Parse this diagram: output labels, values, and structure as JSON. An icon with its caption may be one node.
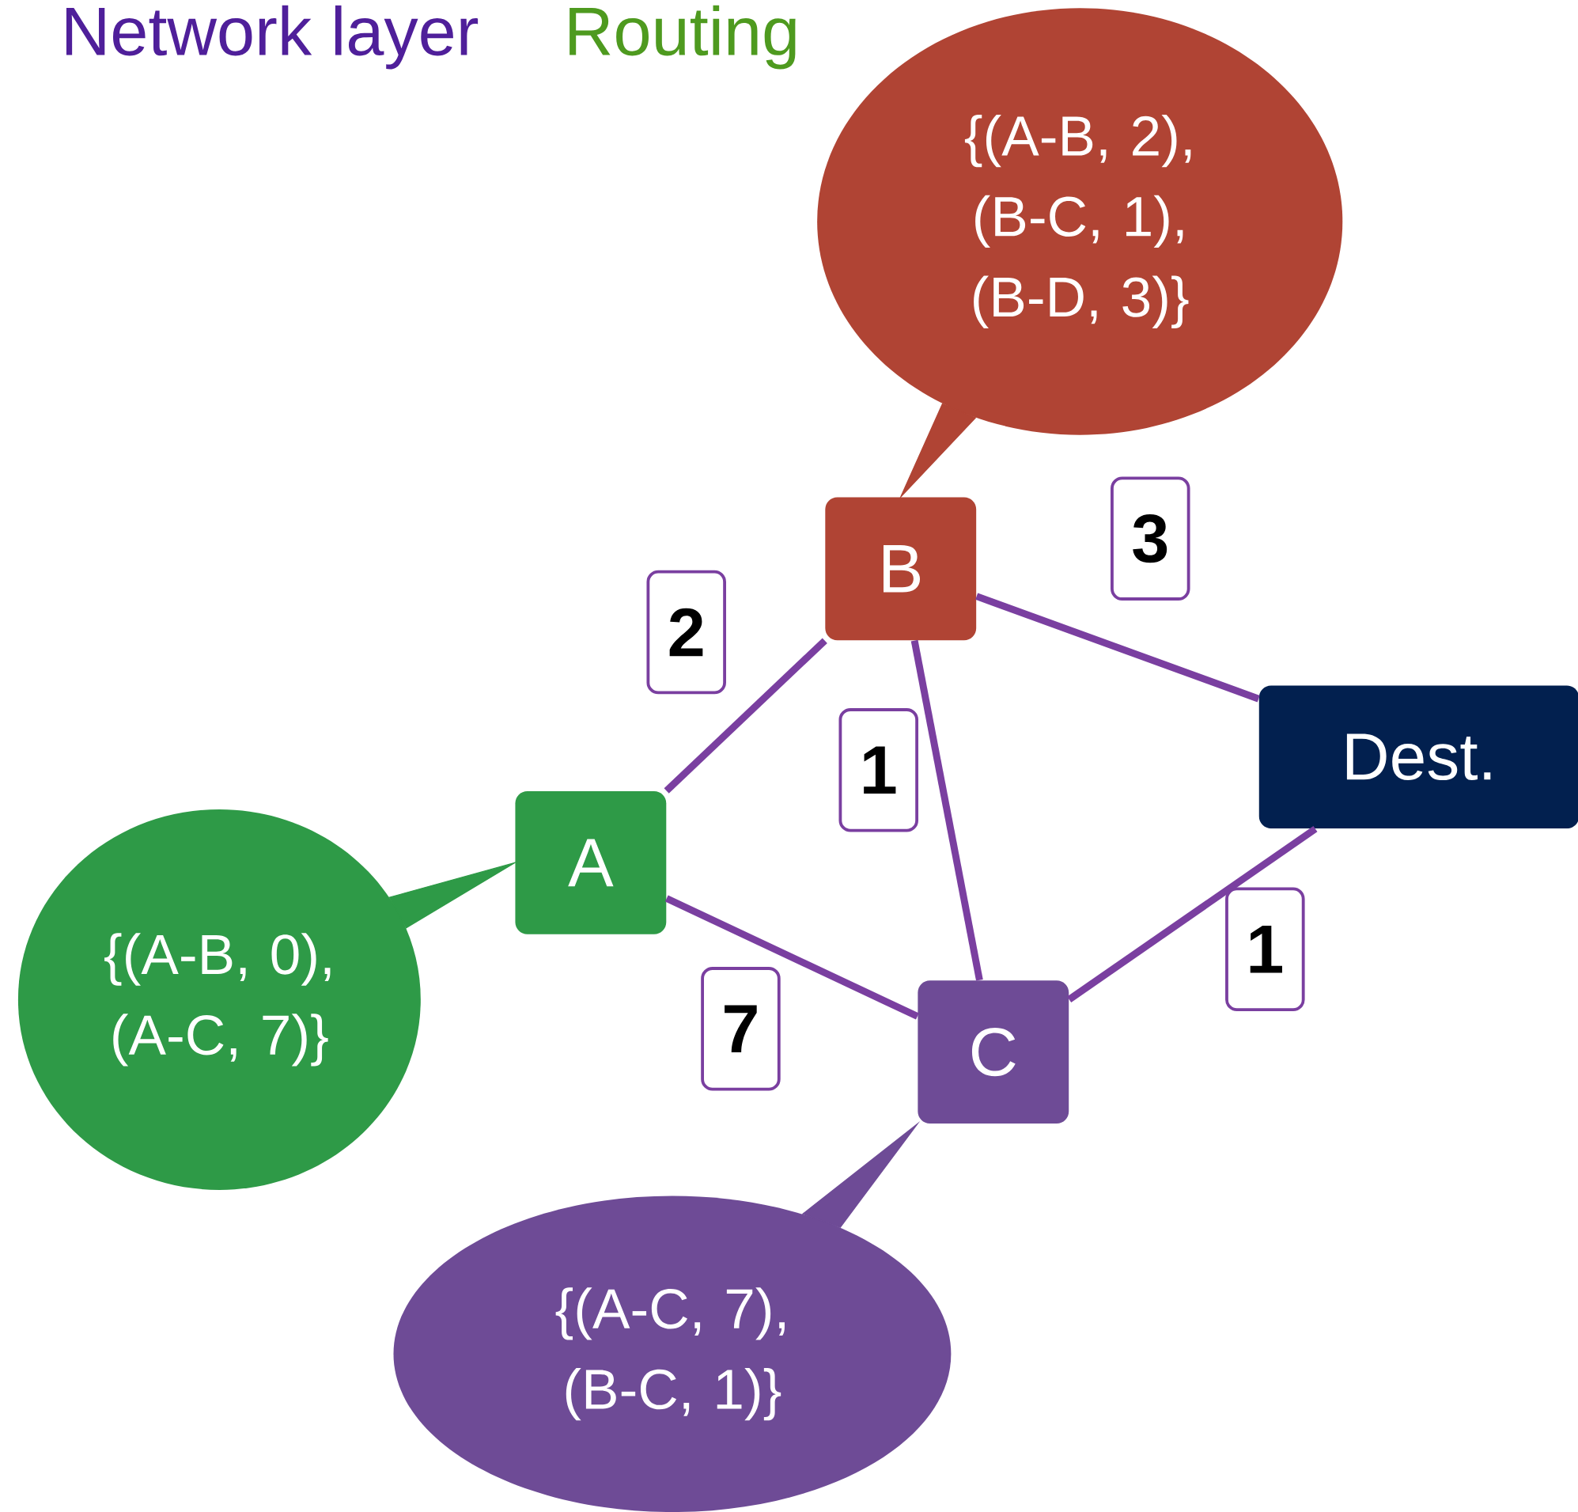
{
  "diagram": {
    "nodes": [
      {
        "text": [
          "{(A-B, 2), (B-C, 1), (B-D, 3)}"
        ]
      },
      {
        "text": [
          "B"
        ]
      },
      {
        "text": [
          "A"
        ]
      },
      {
        "text": [
          "Dest."
        ]
      },
      {
        "text": [
          "{(A-B, 0), (A-C, 7)}"
        ]
      },
      {
        "text": [
          "C"
        ]
      },
      {
        "text": [
          "{(A-C, 7), (B-C, 1)}"
        ]
      }
    ],
    "edges": [
      {
        "from": 0,
        "to": 1,
        "arrow": "none",
        "color": "#b04434"
      },
      {
        "from": 4,
        "to": 2,
        "arrow": "none",
        "color": "#2e9a47"
      },
      {
        "from": 6,
        "to": 5,
        "arrow": "none",
        "color": "#6e4b96"
      },
      {
        "from": 2,
        "to": 1,
        "arrow": "none",
        "label": "2"
      },
      {
        "from": 1,
        "to": 5,
        "arrow": "none",
        "label": "1"
      },
      {
        "from": 1,
        "to": 3,
        "arrow": "none",
        "label": "3"
      },
      {
        "from": 2,
        "to": 5,
        "arrow": "none",
        "label": "7"
      },
      {
        "from": 5,
        "to": 3,
        "arrow": "none",
        "label": "1"
      }
    ],
    "labels": [
      "Network layer",
      "Routing"
    ]
  }
}
